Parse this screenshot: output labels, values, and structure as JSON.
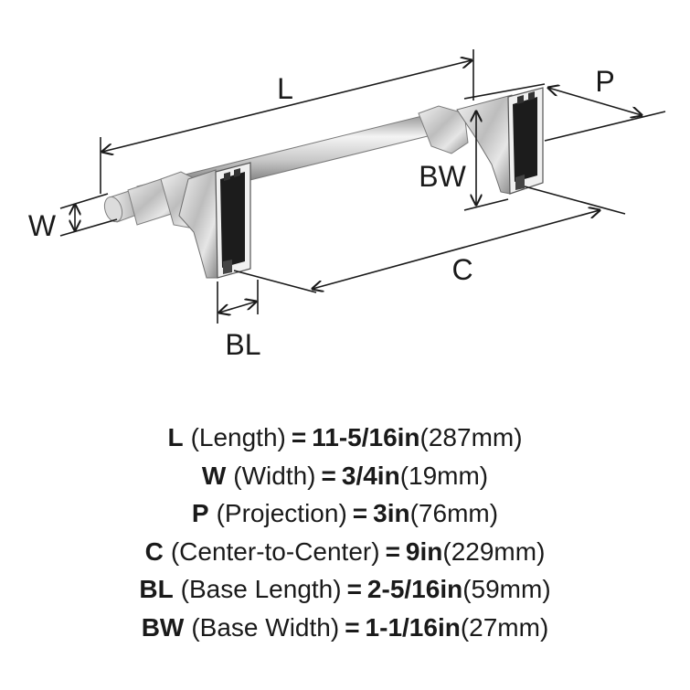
{
  "diagram": {
    "labels": {
      "L": "L",
      "W": "W",
      "P": "P",
      "BW": "BW",
      "C": "C",
      "BL": "BL"
    }
  },
  "specs": [
    {
      "abbr": "L",
      "name": "(Length)",
      "eq": "=",
      "imperial": "11-5/16in",
      "metric": "(287mm)"
    },
    {
      "abbr": "W",
      "name": "(Width)",
      "eq": "=",
      "imperial": "3/4in",
      "metric": "(19mm)"
    },
    {
      "abbr": "P",
      "name": "(Projection)",
      "eq": "=",
      "imperial": "3in",
      "metric": "(76mm)"
    },
    {
      "abbr": "C",
      "name": "(Center-to-Center)",
      "eq": "=",
      "imperial": "9in",
      "metric": "(229mm)"
    },
    {
      "abbr": "BL",
      "name": "(Base Length)",
      "eq": "=",
      "imperial": "2-5/16in",
      "metric": "(59mm)"
    },
    {
      "abbr": "BW",
      "name": "(Base Width)",
      "eq": "=",
      "imperial": "1-1/16in",
      "metric": "(27mm)"
    }
  ]
}
